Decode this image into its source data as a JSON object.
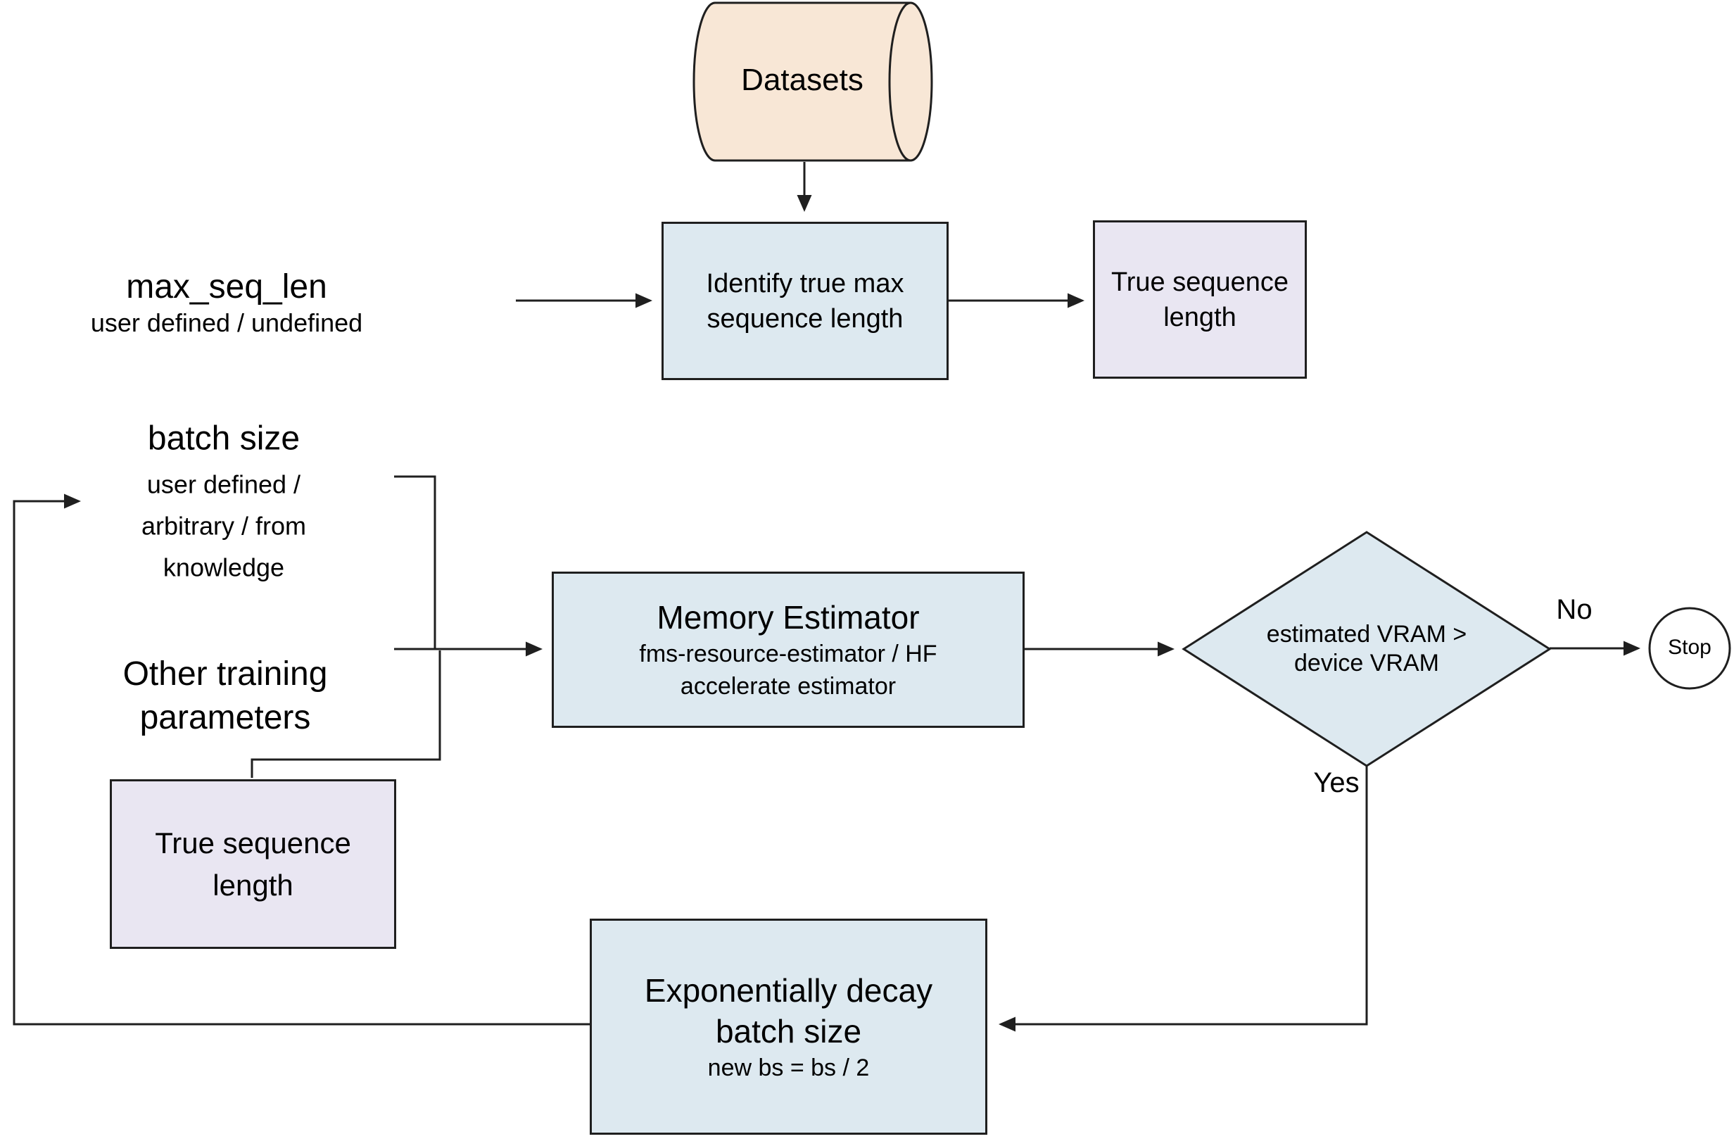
{
  "colors": {
    "process_fill": "#dde9f0",
    "data_fill": "#e9e6f2",
    "dataset_fill": "#f8e7d6",
    "stroke": "#1f1f1f",
    "background": "#ffffff",
    "text": "#000000"
  },
  "nodes": {
    "datasets": {
      "label": "Datasets"
    },
    "identify_max_seq": {
      "line1": "Identify true max",
      "line2": "sequence length"
    },
    "true_seq_top": {
      "line1": "True sequence",
      "line2": "length"
    },
    "memory_estimator": {
      "title": "Memory Estimator",
      "subtitle_line1": "fms-resource-estimator / HF",
      "subtitle_line2": "accelerate estimator"
    },
    "vram_decision": {
      "line1": "estimated VRAM >",
      "line2": "device VRAM"
    },
    "stop": {
      "label": "Stop"
    },
    "decay": {
      "title_line1": "Exponentially decay",
      "title_line2": "batch size",
      "subtitle": "new bs = bs / 2"
    },
    "true_seq_bottom": {
      "line1": "True sequence",
      "line2": "length"
    }
  },
  "annotations": {
    "max_seq_len": {
      "title": "max_seq_len",
      "subtitle": "user defined / undefined"
    },
    "batch_size": {
      "title": "batch size",
      "subtitle_line1": "user defined /",
      "subtitle_line2": "arbitrary / from",
      "subtitle_line3": "knowledge"
    },
    "other_params": {
      "line1": "Other training",
      "line2": "parameters"
    }
  },
  "edge_labels": {
    "no": "No",
    "yes": "Yes"
  }
}
